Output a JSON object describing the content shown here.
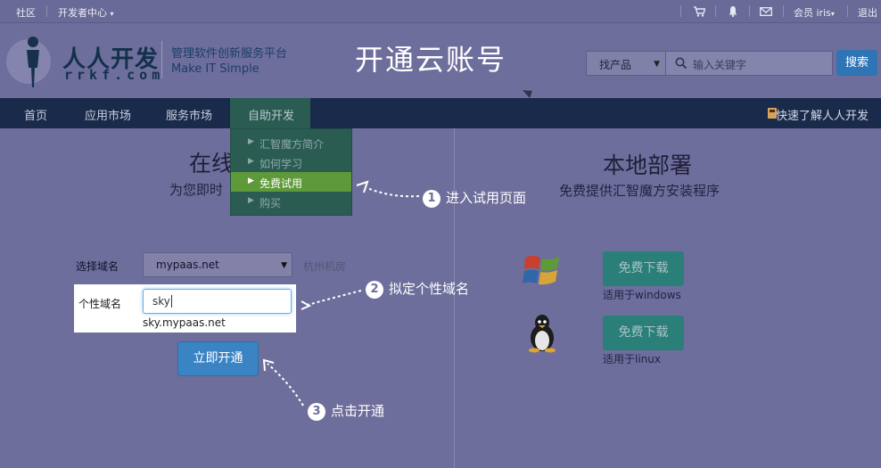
{
  "topbar": {
    "community": "社区",
    "dev_center": "开发者中心",
    "member": "会员 iris",
    "logout": "退出"
  },
  "header": {
    "logo_cn": "人人开发",
    "logo_en": "rrkf.com",
    "slogan_line1": "管理软件创新服务平台",
    "slogan_line2": "Make IT Simple",
    "overlay_title": "开通云账号",
    "search_category": "找产品",
    "search_placeholder": "输入关键字",
    "search_button": "搜索"
  },
  "nav": {
    "items": [
      "首页",
      "应用市场",
      "服务市场",
      "自助开发"
    ],
    "right_link": "快速了解人人开发"
  },
  "dropdown": {
    "items": [
      "汇智魔方简介",
      "如何学习",
      "免费试用",
      "购买"
    ],
    "active_index": 2
  },
  "online": {
    "title": "在线",
    "subtitle": "为您即时",
    "domain_label": "选择域名",
    "domain_value": "mypaas.net",
    "region": "杭州机房",
    "personal_label": "个性域名",
    "personal_value": "sky",
    "personal_hint": "sky.mypaas.net",
    "open_button": "立即开通"
  },
  "local": {
    "title": "本地部署",
    "subtitle": "免费提供汇智魔方安装程序",
    "downloads": [
      {
        "button": "免费下载",
        "note": "适用于windows",
        "icon": "windows-icon"
      },
      {
        "button": "免费下载",
        "note": "适用于linux",
        "icon": "linux-icon"
      }
    ]
  },
  "annotations": [
    {
      "number": "1",
      "text": "进入试用页面"
    },
    {
      "number": "2",
      "text": "拟定个性域名"
    },
    {
      "number": "3",
      "text": "点击开通"
    }
  ],
  "colors": {
    "overlay": "#6e6e9c",
    "nav_bg": "#1a2a4a",
    "accent_green": "#5e9a3a",
    "primary_blue": "#3a84c4"
  }
}
